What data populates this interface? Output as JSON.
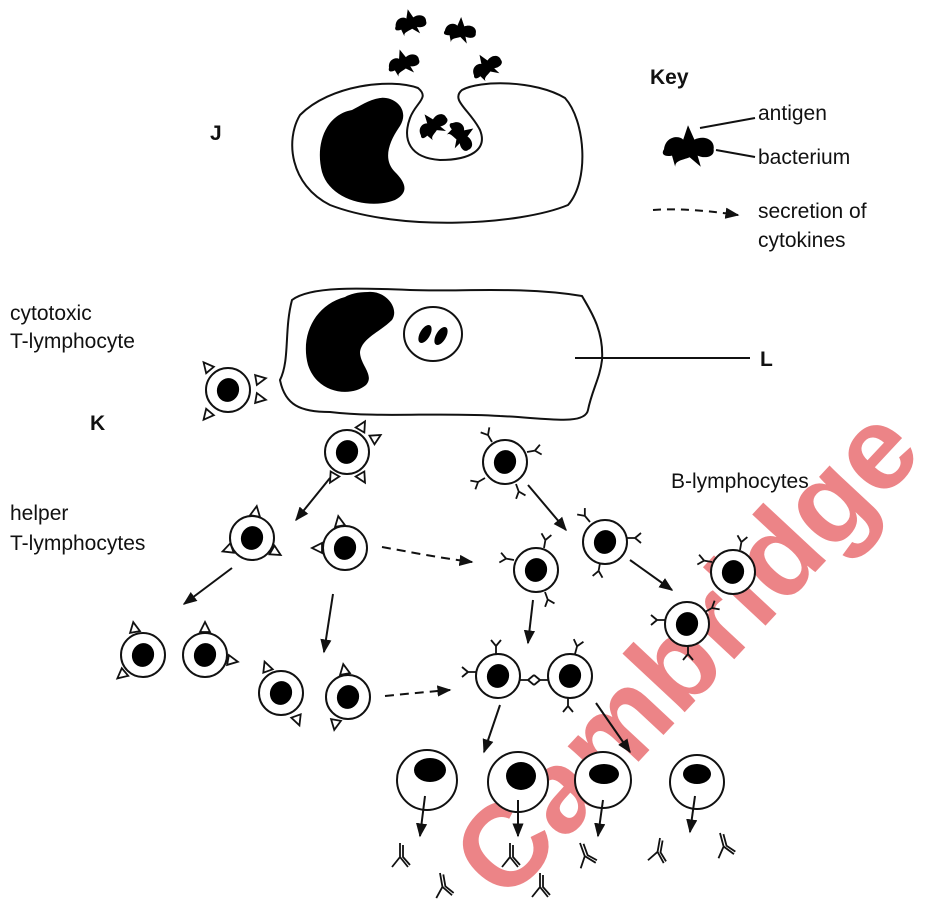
{
  "labels": {
    "J": "J",
    "K": "K",
    "L": "L",
    "cytotoxic_line1": "cytotoxic",
    "cytotoxic_line2": "T-lymphocyte",
    "helper_line1": "helper",
    "helper_line2": "T-lymphocytes",
    "b_lymphocytes": "B-lymphocytes"
  },
  "key": {
    "title": "Key",
    "antigen": "antigen",
    "bacterium": "bacterium",
    "cytokines_line1": "secretion of",
    "cytokines_line2": "cytokines"
  },
  "watermark": {
    "text": "Cambridge",
    "color": "#e0383e"
  }
}
